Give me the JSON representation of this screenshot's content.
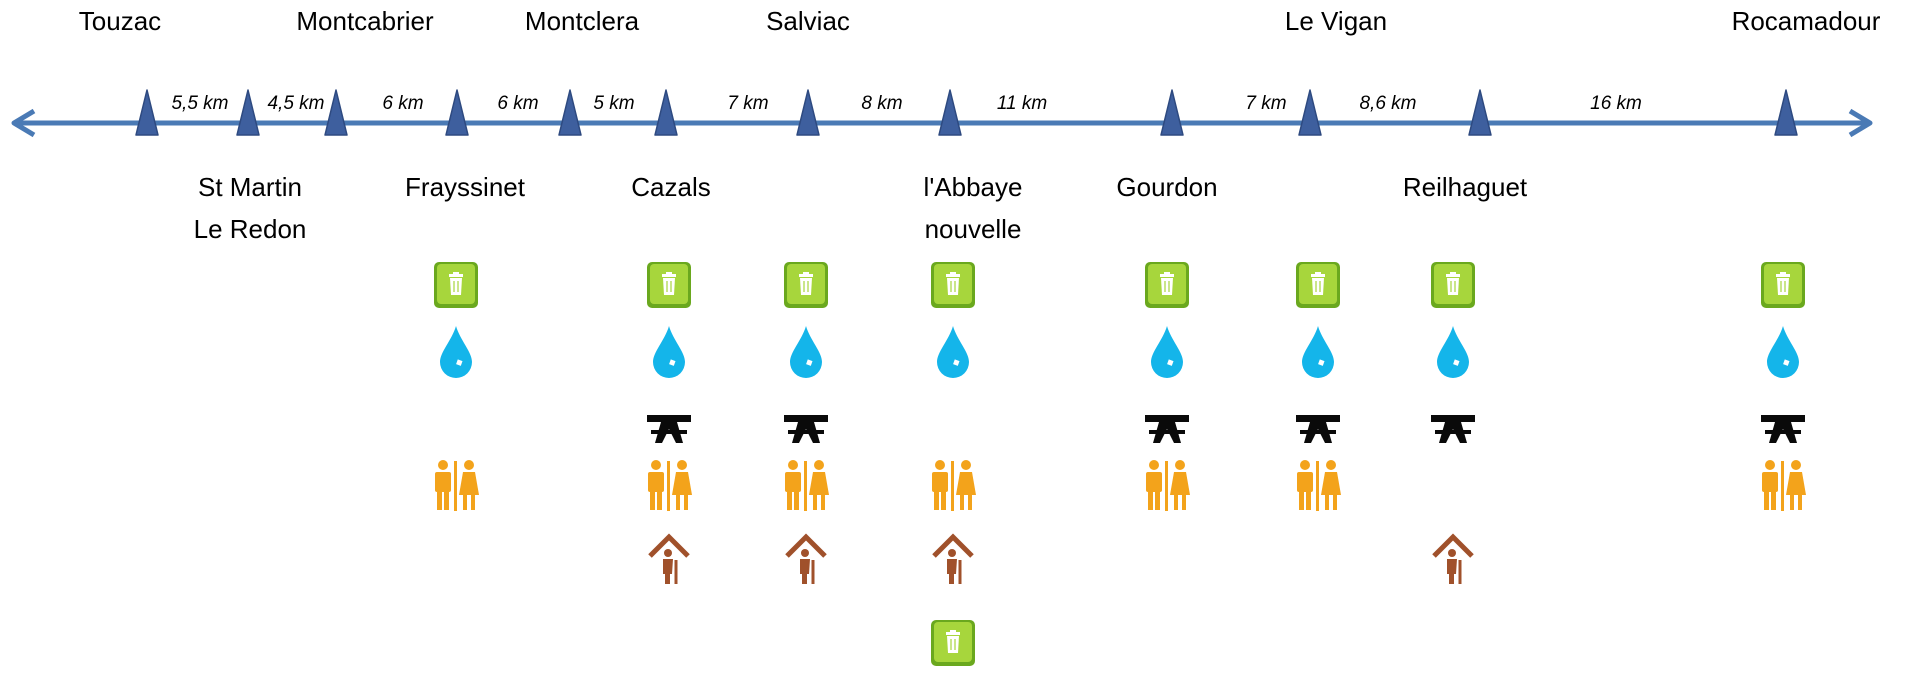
{
  "colors": {
    "line": "#4a7ab5",
    "marker": "#3e5f9e",
    "bin_light": "#a7d63c",
    "bin_dark": "#6aa81e",
    "drop": "#14b5ea",
    "bench": "#0a0a0a",
    "toilet": "#f3a31b",
    "shelter": "#a0512b"
  },
  "towns_top": [
    {
      "name": "Touzac"
    },
    {
      "name": "Montcabrier"
    },
    {
      "name": "Montclera"
    },
    {
      "name": "Salviac"
    },
    {
      "name": "Le Vigan"
    },
    {
      "name": "Rocamadour"
    }
  ],
  "towns_bottom": [
    {
      "line1": "St Martin",
      "line2": "Le Redon"
    },
    {
      "line1": "Frayssinet",
      "line2": ""
    },
    {
      "line1": "Cazals",
      "line2": ""
    },
    {
      "line1": "l'Abbaye",
      "line2": "nouvelle"
    },
    {
      "line1": "Gourdon",
      "line2": ""
    },
    {
      "line1": "Reilhaguet",
      "line2": ""
    }
  ],
  "distances": [
    "5,5 km",
    "4,5 km",
    "6 km",
    "6 km",
    "5 km",
    "7 km",
    "8 km",
    "11 km",
    "7 km",
    "8,6 km",
    "16 km"
  ],
  "amenities": [
    {
      "place": "Frayssinet",
      "icons": [
        "trash-bin",
        "water-drop",
        "",
        "toilets",
        ""
      ]
    },
    {
      "place": "Cazals",
      "icons": [
        "trash-bin",
        "water-drop",
        "picnic-table",
        "toilets",
        "shelter"
      ]
    },
    {
      "place": "Salviac",
      "icons": [
        "trash-bin",
        "water-drop",
        "picnic-table",
        "toilets",
        "shelter"
      ]
    },
    {
      "place": "l'Abbaye nouvelle",
      "icons": [
        "trash-bin",
        "water-drop",
        "",
        "toilets",
        "shelter",
        "trash-bin"
      ]
    },
    {
      "place": "Gourdon",
      "icons": [
        "trash-bin",
        "water-drop",
        "picnic-table",
        "toilets",
        ""
      ]
    },
    {
      "place": "Le Vigan",
      "icons": [
        "trash-bin",
        "water-drop",
        "picnic-table",
        "toilets",
        ""
      ]
    },
    {
      "place": "Reilhaguet",
      "icons": [
        "trash-bin",
        "water-drop",
        "picnic-table",
        "",
        "shelter"
      ]
    },
    {
      "place": "Rocamadour",
      "icons": [
        "trash-bin",
        "water-drop",
        "picnic-table",
        "toilets",
        ""
      ]
    }
  ]
}
